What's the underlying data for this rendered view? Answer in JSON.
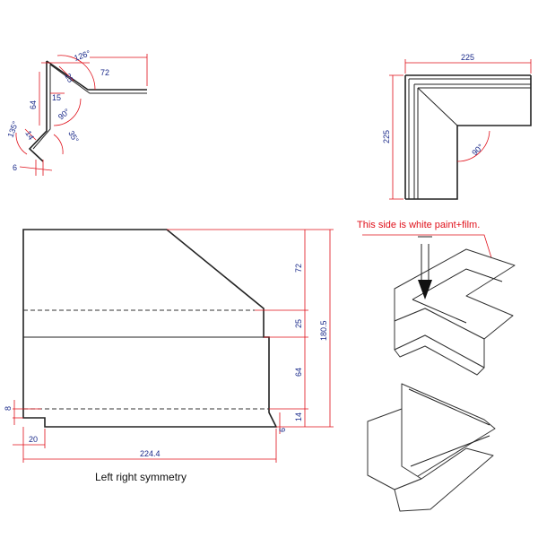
{
  "colors": {
    "dimension": "#e0101a",
    "dimension_text": "#1a2a8a",
    "outline": "#222222"
  },
  "profile": {
    "angle_top": "126°",
    "len_top": "72",
    "len_25": "25",
    "len_15": "15",
    "len_64": "64",
    "angle_90": "90°",
    "angle_135": "135°",
    "len_14": "14",
    "angle_35": "35°",
    "len_6": "6"
  },
  "plan": {
    "width": "225",
    "height": "225",
    "angle": "90°"
  },
  "development": {
    "d72": "72",
    "d25": "25",
    "d64": "64",
    "d14": "14",
    "d6": "6",
    "d180_5": "180.5",
    "d8": "8",
    "d20": "20",
    "d224_4": "224.4"
  },
  "caption": "Left right symmetry",
  "note": "This side is white paint+film."
}
